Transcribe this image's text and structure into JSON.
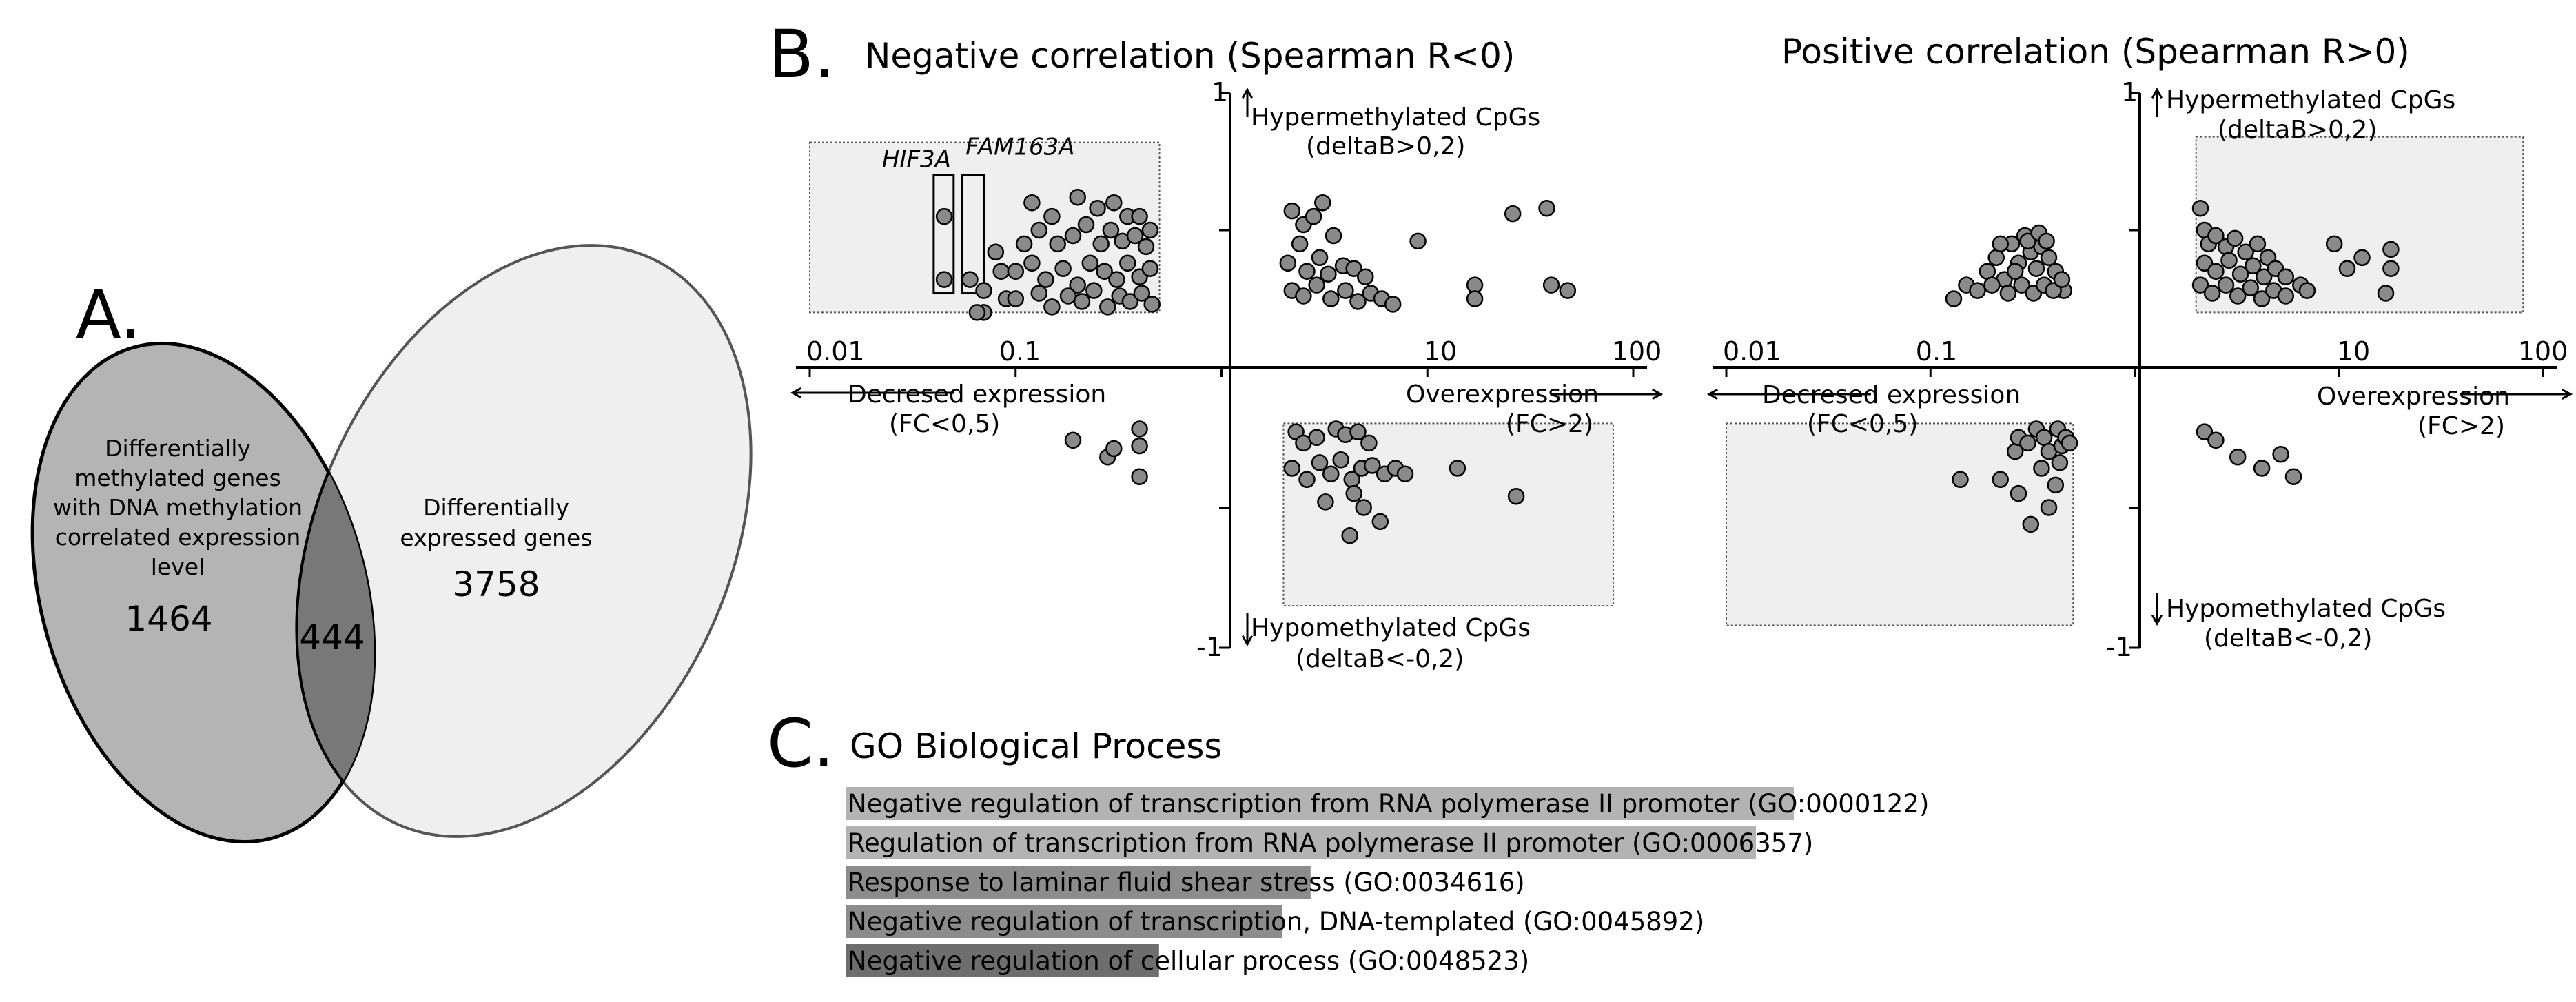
{
  "panels": {
    "a": "A.",
    "b": "B.",
    "c": "C."
  },
  "venn": {
    "left_label_lines": [
      "Differentially",
      "methylated genes",
      "with DNA methylation",
      "correlated expression",
      "level"
    ],
    "left_count": "1464",
    "overlap_count": "444",
    "right_label_lines": [
      "Differentially",
      "expressed genes"
    ],
    "right_count": "3758",
    "colors": {
      "left": "#b4b4b4",
      "overlap": "#787878",
      "right": "#efefef"
    }
  },
  "chart_data": [
    {
      "type": "scatter",
      "title": "Negative correlation (Spearman R<0)",
      "x_scale": "log",
      "xlim": [
        0.01,
        100
      ],
      "ylim": [
        -1,
        1
      ],
      "x_ticks": [
        "0.01",
        "0.1",
        "10",
        "100"
      ],
      "y_ticks": [
        "1",
        "-1"
      ],
      "annotations": {
        "up": "Hypermethylated CpGs",
        "up_sub": "(deltaB>0,2)",
        "down": "Hypomethylated CpGs",
        "down_sub": "(deltaB<-0,2)",
        "left": "Decresed expression",
        "left_sub": "(FC<0,5)",
        "right": "Overexpression",
        "right_sub": "(FC>2)"
      },
      "highlight_quadrants": [
        {
          "x": [
            0.01,
            0.5
          ],
          "y": [
            0.2,
            0.82
          ]
        },
        {
          "x": [
            2,
            80
          ],
          "y": [
            -0.2,
            -0.85
          ]
        }
      ],
      "highlight_genes": [
        {
          "name": "HIF3A",
          "x": [
            0.04,
            0.05
          ],
          "y": [
            0.27,
            0.7
          ]
        },
        {
          "name": "FAM163A",
          "x": [
            0.055,
            0.07
          ],
          "y": [
            0.27,
            0.7
          ]
        }
      ],
      "series": [
        {
          "marker_color": "#8a8a8a",
          "points": [
            [
              0.045,
              0.55
            ],
            [
              0.045,
              0.32
            ],
            [
              0.06,
              0.32
            ],
            [
              0.07,
              0.28
            ],
            [
              0.07,
              0.2
            ],
            [
              0.065,
              0.2
            ],
            [
              0.08,
              0.42
            ],
            [
              0.085,
              0.35
            ],
            [
              0.09,
              0.25
            ],
            [
              0.12,
              0.6
            ],
            [
              0.15,
              0.55
            ],
            [
              0.2,
              0.62
            ],
            [
              0.25,
              0.58
            ],
            [
              0.3,
              0.6
            ],
            [
              0.35,
              0.55
            ],
            [
              0.4,
              0.55
            ],
            [
              0.45,
              0.5
            ],
            [
              0.11,
              0.45
            ],
            [
              0.13,
              0.5
            ],
            [
              0.16,
              0.45
            ],
            [
              0.19,
              0.48
            ],
            [
              0.22,
              0.52
            ],
            [
              0.26,
              0.45
            ],
            [
              0.29,
              0.5
            ],
            [
              0.33,
              0.46
            ],
            [
              0.38,
              0.48
            ],
            [
              0.43,
              0.44
            ],
            [
              0.1,
              0.35
            ],
            [
              0.12,
              0.38
            ],
            [
              0.14,
              0.32
            ],
            [
              0.17,
              0.36
            ],
            [
              0.2,
              0.3
            ],
            [
              0.23,
              0.38
            ],
            [
              0.27,
              0.35
            ],
            [
              0.31,
              0.32
            ],
            [
              0.35,
              0.38
            ],
            [
              0.4,
              0.33
            ],
            [
              0.45,
              0.36
            ],
            [
              0.1,
              0.25
            ],
            [
              0.13,
              0.27
            ],
            [
              0.15,
              0.22
            ],
            [
              0.18,
              0.26
            ],
            [
              0.21,
              0.24
            ],
            [
              0.24,
              0.28
            ],
            [
              0.28,
              0.22
            ],
            [
              0.32,
              0.26
            ],
            [
              0.36,
              0.24
            ],
            [
              0.41,
              0.27
            ],
            [
              0.46,
              0.23
            ],
            [
              2.2,
              0.57
            ],
            [
              2.5,
              0.52
            ],
            [
              2.8,
              0.55
            ],
            [
              3.1,
              0.6
            ],
            [
              2.4,
              0.45
            ],
            [
              3.5,
              0.48
            ],
            [
              2.1,
              0.38
            ],
            [
              2.6,
              0.35
            ],
            [
              3.0,
              0.4
            ],
            [
              3.3,
              0.34
            ],
            [
              3.9,
              0.37
            ],
            [
              4.4,
              0.36
            ],
            [
              5.0,
              0.33
            ],
            [
              2.2,
              0.28
            ],
            [
              2.5,
              0.26
            ],
            [
              2.9,
              0.3
            ],
            [
              3.4,
              0.25
            ],
            [
              4.0,
              0.28
            ],
            [
              4.6,
              0.24
            ],
            [
              5.3,
              0.27
            ],
            [
              6.0,
              0.25
            ],
            [
              6.8,
              0.23
            ],
            [
              9.0,
              0.46
            ],
            [
              17,
              0.3
            ],
            [
              17,
              0.25
            ],
            [
              26,
              0.56
            ],
            [
              38,
              0.58
            ],
            [
              40,
              0.3
            ],
            [
              48,
              0.28
            ],
            [
              0.19,
              -0.26
            ],
            [
              0.28,
              -0.32
            ],
            [
              0.3,
              -0.29
            ],
            [
              0.4,
              -0.28
            ],
            [
              0.4,
              -0.22
            ],
            [
              0.4,
              -0.39
            ],
            [
              2.3,
              -0.23
            ],
            [
              2.5,
              -0.27
            ],
            [
              2.9,
              -0.25
            ],
            [
              3.6,
              -0.22
            ],
            [
              4.0,
              -0.24
            ],
            [
              4.6,
              -0.23
            ],
            [
              5.2,
              -0.27
            ],
            [
              2.2,
              -0.36
            ],
            [
              2.6,
              -0.4
            ],
            [
              3.0,
              -0.34
            ],
            [
              3.4,
              -0.38
            ],
            [
              3.8,
              -0.33
            ],
            [
              4.3,
              -0.4
            ],
            [
              4.8,
              -0.36
            ],
            [
              5.4,
              -0.35
            ],
            [
              6.2,
              -0.38
            ],
            [
              7.0,
              -0.36
            ],
            [
              7.8,
              -0.38
            ],
            [
              3.2,
              -0.48
            ],
            [
              4.4,
              -0.45
            ],
            [
              4.9,
              -0.5
            ],
            [
              5.9,
              -0.55
            ],
            [
              14,
              -0.36
            ],
            [
              27,
              -0.46
            ],
            [
              4.2,
              -0.6
            ]
          ]
        }
      ]
    },
    {
      "type": "scatter",
      "title": "Positive correlation (Spearman R>0)",
      "x_scale": "log",
      "xlim": [
        0.01,
        100
      ],
      "ylim": [
        -1,
        1
      ],
      "x_ticks": [
        "0.01",
        "0.1",
        "10",
        "100"
      ],
      "y_ticks": [
        "1",
        "-1"
      ],
      "annotations": {
        "up": "Hypermethylated CpGs",
        "up_sub": "(deltaB>0,2)",
        "down": "Hypomethylated CpGs",
        "down_sub": "(deltaB<-0,2)",
        "left": "Decresed expression",
        "left_sub": "(FC<0,5)",
        "right": "Overexpression",
        "right_sub": "(FC>2)"
      },
      "highlight_quadrants": [
        {
          "x": [
            0.01,
            0.5
          ],
          "y": [
            -0.2,
            -0.92
          ]
        },
        {
          "x": [
            2,
            80
          ],
          "y": [
            0.2,
            0.84
          ]
        }
      ],
      "highlight_genes": [],
      "series": [
        {
          "marker_color": "#8a8a8a",
          "points": [
            [
              0.13,
              0.25
            ],
            [
              0.15,
              0.3
            ],
            [
              0.17,
              0.28
            ],
            [
              0.19,
              0.35
            ],
            [
              0.21,
              0.4
            ],
            [
              0.23,
              0.32
            ],
            [
              0.25,
              0.45
            ],
            [
              0.27,
              0.38
            ],
            [
              0.29,
              0.48
            ],
            [
              0.31,
              0.42
            ],
            [
              0.33,
              0.36
            ],
            [
              0.35,
              0.44
            ],
            [
              0.38,
              0.4
            ],
            [
              0.41,
              0.35
            ],
            [
              0.45,
              0.28
            ],
            [
              0.2,
              0.3
            ],
            [
              0.24,
              0.27
            ],
            [
              0.28,
              0.3
            ],
            [
              0.32,
              0.27
            ],
            [
              0.36,
              0.3
            ],
            [
              0.4,
              0.28
            ],
            [
              0.44,
              0.32
            ],
            [
              0.26,
              0.35
            ],
            [
              0.3,
              0.46
            ],
            [
              0.34,
              0.49
            ],
            [
              0.22,
              0.45
            ],
            [
              0.37,
              0.46
            ],
            [
              2.1,
              0.58
            ],
            [
              2.2,
              0.5
            ],
            [
              2.3,
              0.45
            ],
            [
              2.5,
              0.48
            ],
            [
              2.8,
              0.44
            ],
            [
              3.1,
              0.47
            ],
            [
              3.5,
              0.42
            ],
            [
              4.0,
              0.45
            ],
            [
              4.5,
              0.4
            ],
            [
              2.2,
              0.38
            ],
            [
              2.5,
              0.35
            ],
            [
              2.9,
              0.39
            ],
            [
              3.3,
              0.34
            ],
            [
              3.8,
              0.37
            ],
            [
              4.3,
              0.33
            ],
            [
              4.9,
              0.36
            ],
            [
              5.5,
              0.33
            ],
            [
              6.5,
              0.3
            ],
            [
              2.1,
              0.3
            ],
            [
              2.4,
              0.27
            ],
            [
              2.8,
              0.3
            ],
            [
              3.2,
              0.26
            ],
            [
              3.7,
              0.29
            ],
            [
              4.2,
              0.25
            ],
            [
              4.8,
              0.28
            ],
            [
              5.5,
              0.26
            ],
            [
              7.0,
              0.28
            ],
            [
              9.5,
              0.45
            ],
            [
              11,
              0.36
            ],
            [
              13,
              0.4
            ],
            [
              18,
              0.43
            ],
            [
              18,
              0.36
            ],
            [
              17,
              0.27
            ],
            [
              0.14,
              -0.4
            ],
            [
              0.22,
              -0.4
            ],
            [
              0.26,
              -0.3
            ],
            [
              0.27,
              -0.25
            ],
            [
              0.3,
              -0.27
            ],
            [
              0.33,
              -0.22
            ],
            [
              0.36,
              -0.25
            ],
            [
              0.38,
              -0.3
            ],
            [
              0.42,
              -0.22
            ],
            [
              0.44,
              -0.28
            ],
            [
              0.46,
              -0.25
            ],
            [
              0.35,
              -0.36
            ],
            [
              0.38,
              -0.5
            ],
            [
              0.41,
              -0.42
            ],
            [
              0.43,
              -0.34
            ],
            [
              0.31,
              -0.56
            ],
            [
              0.27,
              -0.45
            ],
            [
              0.48,
              -0.27
            ],
            [
              2.2,
              -0.23
            ],
            [
              2.5,
              -0.26
            ],
            [
              3.2,
              -0.32
            ],
            [
              4.2,
              -0.36
            ],
            [
              5.2,
              -0.31
            ],
            [
              6.0,
              -0.39
            ]
          ]
        }
      ]
    }
  ],
  "go": {
    "title": "GO Biological Process",
    "terms": [
      {
        "label": "Negative regulation of transcription from RNA polymerase II promoter (GO:0000122)",
        "value": 1.0,
        "color": "#b3b3b3"
      },
      {
        "label": "Regulation of transcription from RNA polymerase II promoter (GO:0006357)",
        "value": 0.96,
        "color": "#b3b3b3"
      },
      {
        "label": "Response to laminar fluid shear stress (GO:0034616)",
        "value": 0.49,
        "color": "#8c8c8c"
      },
      {
        "label": "Negative regulation of transcription, DNA-templated (GO:0045892)",
        "value": 0.46,
        "color": "#8c8c8c"
      },
      {
        "label": "Negative regulation of cellular process (GO:0048523)",
        "value": 0.33,
        "color": "#6e6e6e"
      }
    ]
  }
}
